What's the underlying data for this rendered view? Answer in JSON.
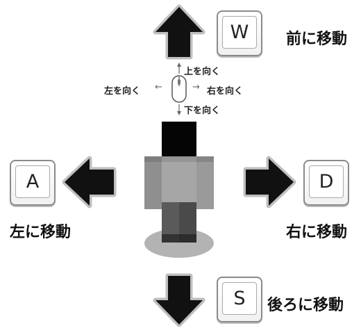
{
  "keys": {
    "w": "W",
    "a": "A",
    "s": "S",
    "d": "D"
  },
  "labels": {
    "forward": "前に移動",
    "left": "左に移動",
    "right": "右に移動",
    "back": "後ろに移動"
  },
  "mouse": {
    "up": "上を向く",
    "down": "下を向く",
    "left": "左を向く",
    "right": "右を向く",
    "arrow_left": "←",
    "arrow_right": "→"
  },
  "colors": {
    "arrow": "#111111",
    "arrow_outline": "#bfbfbf",
    "character_shadow": "#b3b3b3"
  }
}
